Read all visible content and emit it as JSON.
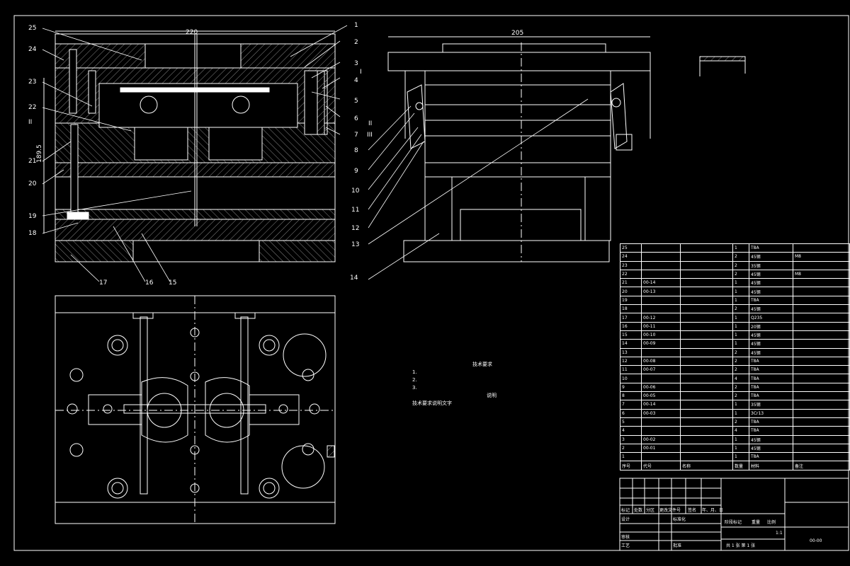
{
  "dimensions": {
    "left_width": "220",
    "right_width": "205",
    "left_height": "189.5"
  },
  "labels": {
    "left": [
      "25",
      "24",
      "23",
      "22",
      "II",
      "21",
      "20",
      "19",
      "18",
      "17",
      "16",
      "15",
      "1"
    ],
    "right": [
      "2",
      "3",
      "I",
      "4",
      "5",
      "6",
      "II",
      "7",
      "III",
      "8",
      "9",
      "10",
      "11",
      "12",
      "13",
      "14"
    ]
  },
  "tech_notes": {
    "title": "技术要求",
    "items": [
      "1.",
      "2.",
      "3."
    ],
    "line4": "说明",
    "line5": "技术要求说明文字"
  },
  "bom": {
    "rows": [
      [
        "25",
        "",
        "",
        "1",
        "T8A",
        ""
      ],
      [
        "24",
        "",
        "",
        "2",
        "45钢",
        "M8"
      ],
      [
        "23",
        "",
        "",
        "2",
        "35钢",
        ""
      ],
      [
        "22",
        "",
        "",
        "2",
        "45钢",
        "M8"
      ],
      [
        "21",
        "00-14",
        "",
        "1",
        "45钢",
        ""
      ],
      [
        "20",
        "00-13",
        "",
        "1",
        "45钢",
        ""
      ],
      [
        "19",
        "",
        "",
        "1",
        "T8A",
        ""
      ],
      [
        "18",
        "",
        "",
        "2",
        "45钢",
        ""
      ],
      [
        "17",
        "00-12",
        "",
        "1",
        "Q235",
        ""
      ],
      [
        "16",
        "00-11",
        "",
        "1",
        "20钢",
        ""
      ],
      [
        "15",
        "00-10",
        "",
        "1",
        "45钢",
        ""
      ],
      [
        "14",
        "00-09",
        "",
        "1",
        "45钢",
        ""
      ],
      [
        "13",
        "",
        "",
        "2",
        "45钢",
        ""
      ],
      [
        "12",
        "00-08",
        "",
        "2",
        "T8A",
        ""
      ],
      [
        "11",
        "00-07",
        "",
        "2",
        "T8A",
        ""
      ],
      [
        "10",
        "",
        "",
        "4",
        "T8A",
        ""
      ],
      [
        "9",
        "00-06",
        "",
        "2",
        "T8A",
        ""
      ],
      [
        "8",
        "00-05",
        "",
        "2",
        "T8A",
        ""
      ],
      [
        "7",
        "00-14",
        "",
        "1",
        "35钢",
        ""
      ],
      [
        "6",
        "00-03",
        "",
        "1",
        "3Cr13",
        ""
      ],
      [
        "5",
        "",
        "",
        "2",
        "T8A",
        ""
      ],
      [
        "4",
        "",
        "",
        "4",
        "T8A",
        ""
      ],
      [
        "3",
        "00-02",
        "",
        "1",
        "45钢",
        ""
      ],
      [
        "2",
        "00-01",
        "",
        "1",
        "45钢",
        ""
      ],
      [
        "1",
        "",
        "",
        "1",
        "T8A",
        ""
      ],
      [
        "序号",
        "代号",
        "名称",
        "数量",
        "材料",
        "备注"
      ]
    ]
  },
  "title_block": {
    "row1": [
      "标记",
      "处数",
      "分区",
      "更改文件号",
      "签名",
      "年、月、日"
    ],
    "design": "设计",
    "standard": "标准化",
    "review": "审核",
    "process": "工艺",
    "approve": "批准",
    "stage": [
      "阶段标记",
      "重量",
      "比例"
    ],
    "scale": "1:1",
    "sheets": "共 1 张    第 1 张",
    "drawing_no": "00-00"
  }
}
